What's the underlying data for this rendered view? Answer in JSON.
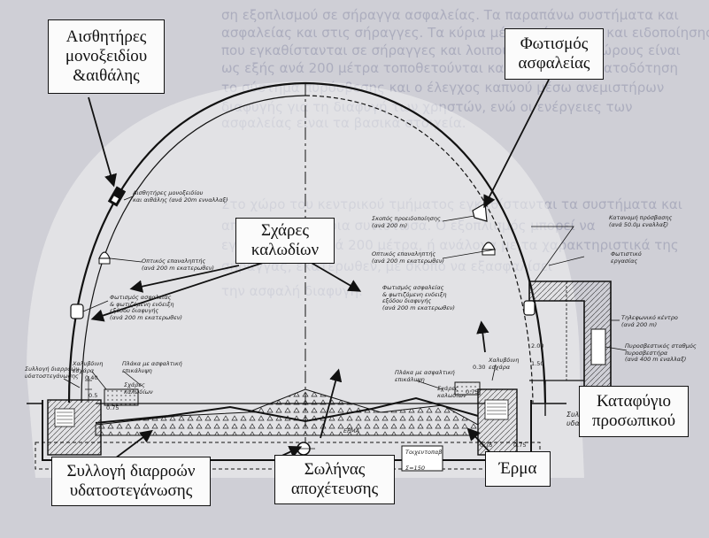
{
  "callouts": {
    "smoke_sensors": [
      "Αισθητήρες",
      "μονοξειδίου",
      "&αιθάλης"
    ],
    "safety_lighting": [
      "Φωτισμός",
      "ασφαλείας"
    ],
    "cable_trays": [
      "Σχάρες",
      "καλωδίων"
    ],
    "staff_shelter": [
      "Καταφύγιο",
      "προσωπικού"
    ],
    "leak_collection": [
      "Συλλογή διαρροών",
      "υδατοστεγάνωσης"
    ],
    "drainage_pipe": [
      "Σωλήνας",
      "αποχέτευσης"
    ],
    "ballast": [
      "Έρμα"
    ]
  },
  "drawing_labels": {
    "sensor_spec": [
      "Αισθητήρες μονοξειδίου",
      "και αιθάλης (ανά 20m ενναλλαξ)"
    ],
    "reflector_left": [
      "Οπτικός επαναληπτής",
      "(ανά 200 m εκατερωθεν)"
    ],
    "lighting_left": [
      "Φωτισμός ασφαλείας",
      "& φωτιζόμενη ενδειξη",
      "εξόδου διαφυγής",
      "(ανά 200 m εκατερωθεν)"
    ],
    "speaker": [
      "Σκοπός προειδοποίησης",
      "(ανά 200 m)"
    ],
    "reflector_right": [
      "Οπτικός επαναληπτής",
      "(ανά 200 m εκατερωθεν)"
    ],
    "lighting_right": [
      "Φωτισμός ασφαλείας",
      "& φωτιζόμενη ενδειξη",
      "εξόδου διαφυγής",
      "(ανά 200 m εκατερωθεν)"
    ],
    "cabinet": [
      "Κατανομή πρόσβασης",
      "(ανά 50.0μ εναλλαξ)"
    ],
    "lighting_box": [
      "Φωτιστικό",
      "εργασίας"
    ],
    "phone": [
      "Τηλεφωνικό κέντρο",
      "(ανά 200 m)"
    ],
    "fire_station": [
      "Πυροσβεστικός σταθμός",
      "πυροσβεστήρα",
      "(ανά 400 m εναλλαξ)"
    ],
    "leak_left": [
      "Συλλογή διαρροών",
      "υδατοστεγάνωσης"
    ],
    "steel_rail": [
      "Χαλυβδινη",
      "εσχάρα"
    ],
    "plate_left": [
      "Πλάκα με ασφαλτική",
      "επικάλυψη"
    ],
    "cable_trays_left": [
      "Σχάρες",
      "καλωδίων"
    ],
    "plate_right": [
      "Πλάκα με ασφαλτική",
      "επικάλυψη"
    ],
    "steel_right": [
      "Χαλυβδινη",
      "εσχάρα"
    ],
    "trays_right": [
      "Σχάρες",
      "καλωδίων"
    ],
    "ballast_small": "ΕΡΜΑ",
    "wall_small": "Τοιχεντοπαβ",
    "leak_right_small": [
      "Συλλ",
      "υδατ"
    ],
    "dims": [
      "0.40",
      "0.5",
      "0.75",
      "0.30",
      "0.75",
      "2.00",
      "1.50",
      "0.75",
      "0.75"
    ],
    "pipe_small": "Σ=150"
  },
  "background_text": [
    "ση εξοπλισμού σε σήραγγα ασφαλείας. Τα παραπάνω συστήματα και",
    "ασφαλείας και στις σήραγγες. Τα κύρια μέσα ανίχνευσης και ειδοποίησης",
    "που εγκαθίστανται σε σήραγγες και λοιπούς υπόγειους χώρους είναι",
    "ως εξής ανά 200 μέτρα τοποθετούνται και η πλήρης σηματοδότηση",
    "το σύστημα πυρόσβεσης και ο έλεγχος καπνού μέσω ανεμιστήρων",
    "διαφυγής για τη διαφυγή των χρηστών, ενώ οι ενέργειες των",
    "ασφαλείας είναι τα βασικά στοιχεία.",
    "Στο χώρο του κεντρικού τμήματος εγκαθίστανται τα συστήματα και",
    "αποτελεί την κύρια συνιστώσα. Ο εξοπλισμός μπορεί να",
    "εγκατασταθεί ανά 200 μέτρα, ή ανάλογα με τα χαρακτηριστικά της",
    "σήραγγας, εκατέρωθεν, με σκοπό να εξασφαλίσει",
    "την ασφαλή διαφυγή."
  ],
  "colors": {
    "background": "#cfcfd6",
    "line": "#1a1a1a",
    "callout_fill": "#fbfbfb",
    "paper": "#f2f2f2"
  }
}
